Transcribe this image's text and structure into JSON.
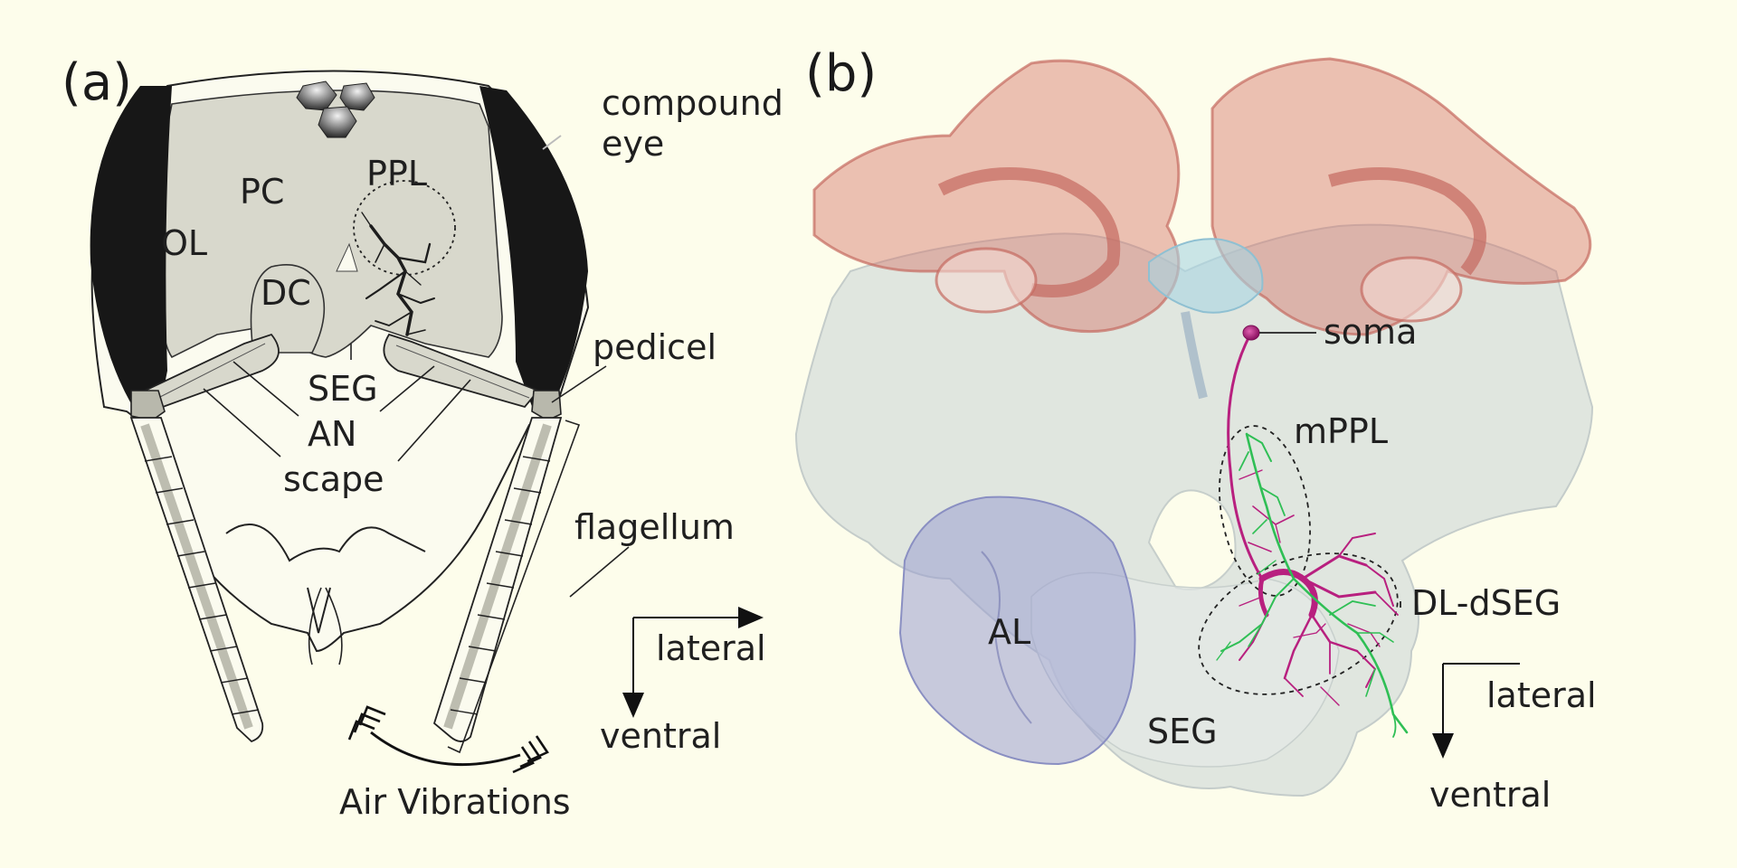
{
  "panel_a": {
    "label": "(a)",
    "labels": {
      "compound_eye_1": "compound",
      "compound_eye_2": "eye",
      "PC": "PC",
      "PPL": "PPL",
      "OL": "OL",
      "DC": "DC",
      "pedicel": "pedicel",
      "SEG": "SEG",
      "AN": "AN",
      "scape": "scape",
      "flagellum": "flagellum",
      "air_vibrations": "Air Vibrations"
    },
    "axes": {
      "lateral": "lateral",
      "ventral": "ventral"
    }
  },
  "panel_b": {
    "label": "(b)",
    "labels": {
      "soma": "soma",
      "mPPL": "mPPL",
      "DL_dSEG": "DL-dSEG",
      "AL": "AL",
      "SEG": "SEG"
    },
    "axes": {
      "lateral": "lateral",
      "ventral": "ventral"
    }
  },
  "colors": {
    "background": "#fdfdeb",
    "head_capsule": "#d8d8cc",
    "compound_eye": "#171717",
    "neuron_magenta": "#b8207f",
    "neuron_green": "#2fbf55",
    "mushroom_body": "#d4756a",
    "antennal_lobe": "#9a9fd0",
    "brain_shell": "#d2dad8"
  }
}
